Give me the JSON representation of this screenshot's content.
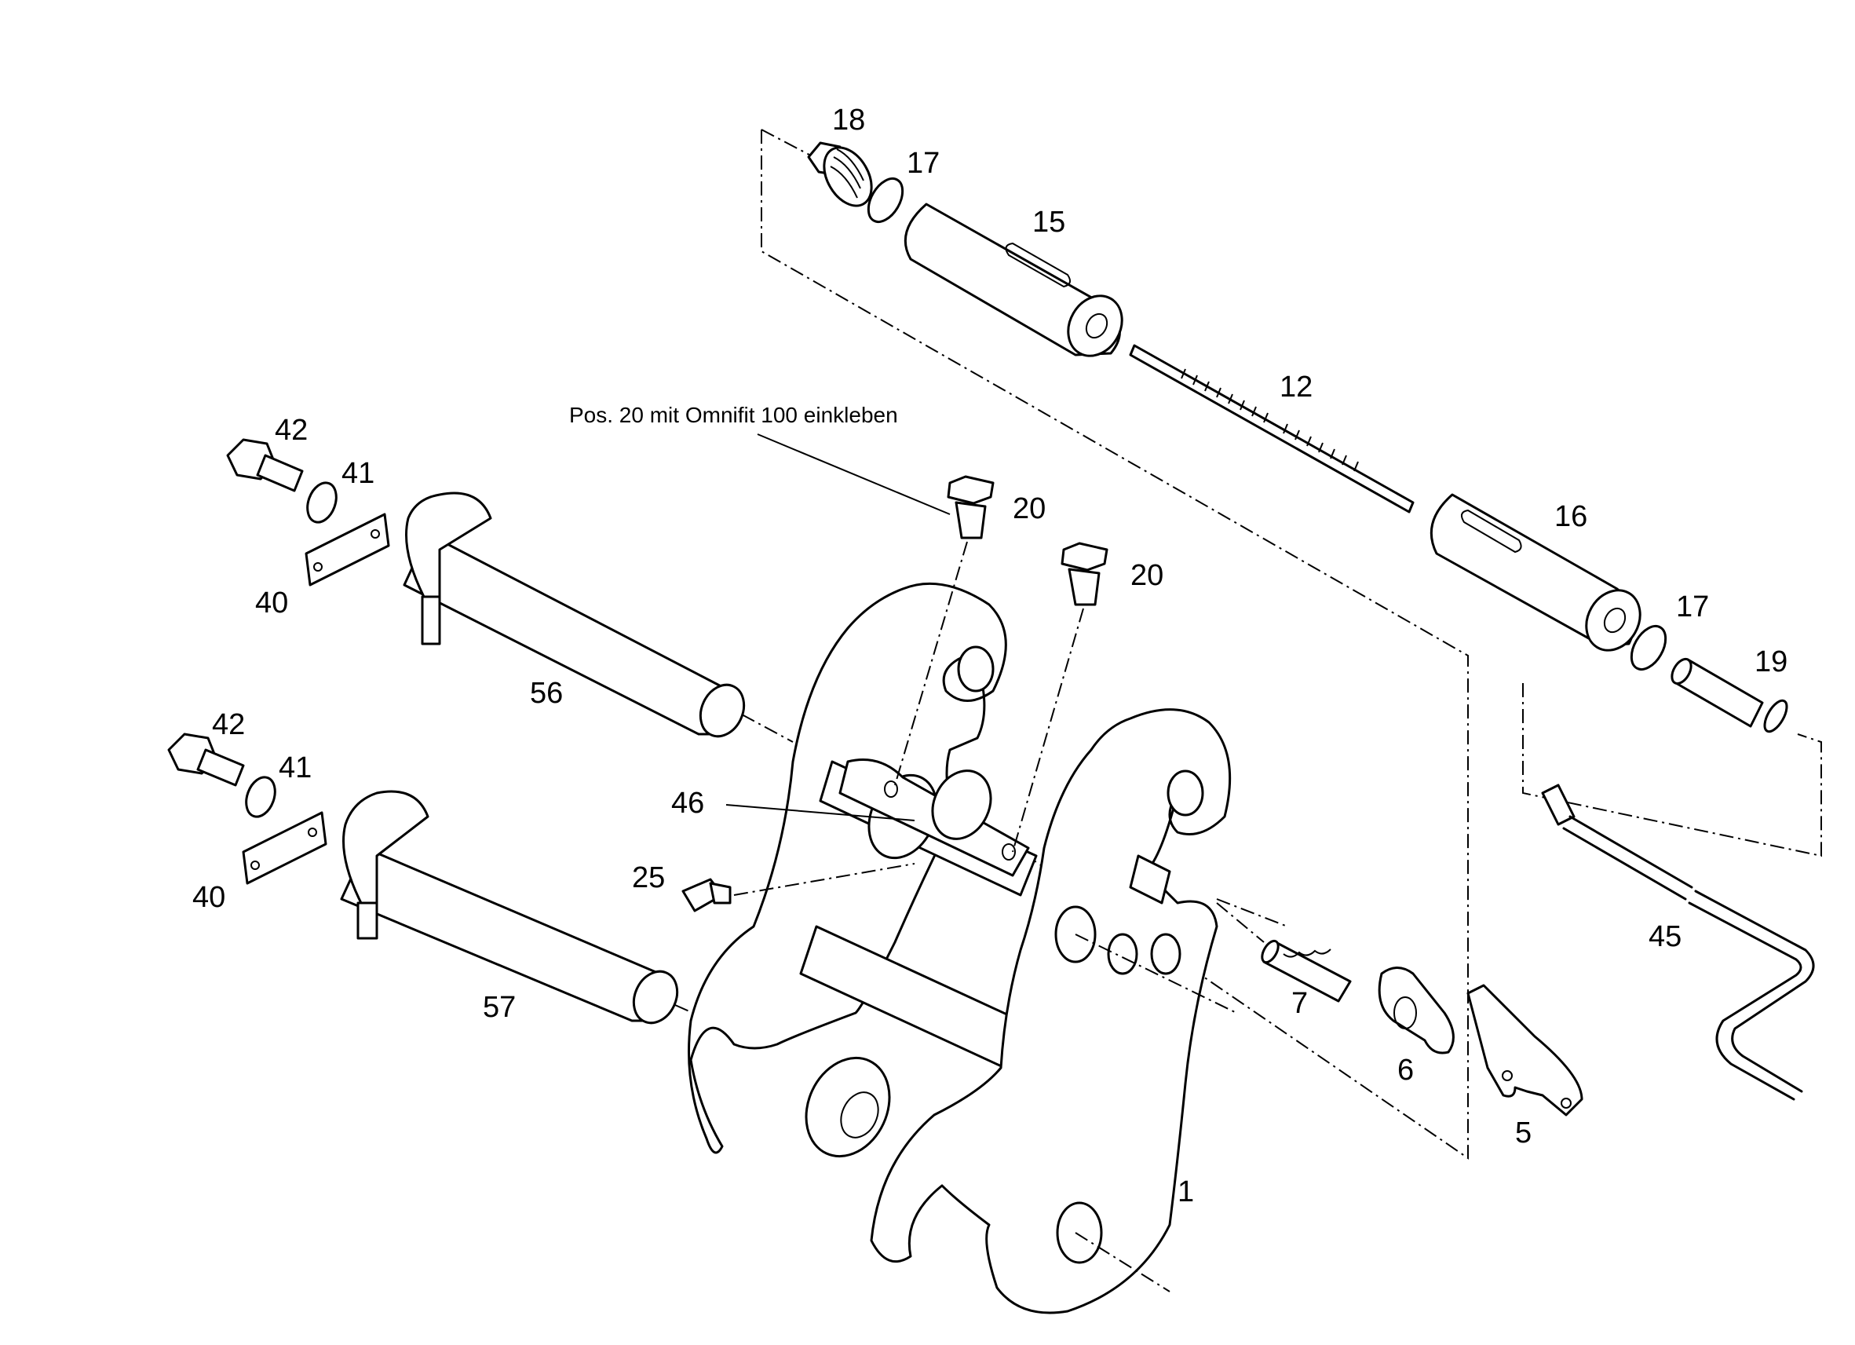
{
  "note": "Pos. 20 mit Omnifit 100 einkleben",
  "callouts": {
    "p1": "1",
    "p5": "5",
    "p6": "6",
    "p7": "7",
    "p12": "12",
    "p15": "15",
    "p16": "16",
    "p17a": "17",
    "p17b": "17",
    "p18": "18",
    "p19": "19",
    "p20a": "20",
    "p20b": "20",
    "p25": "25",
    "p40a": "40",
    "p40b": "40",
    "p41a": "41",
    "p41b": "41",
    "p42a": "42",
    "p42b": "42",
    "p45": "45",
    "p46": "46",
    "p56": "56",
    "p57": "57"
  }
}
